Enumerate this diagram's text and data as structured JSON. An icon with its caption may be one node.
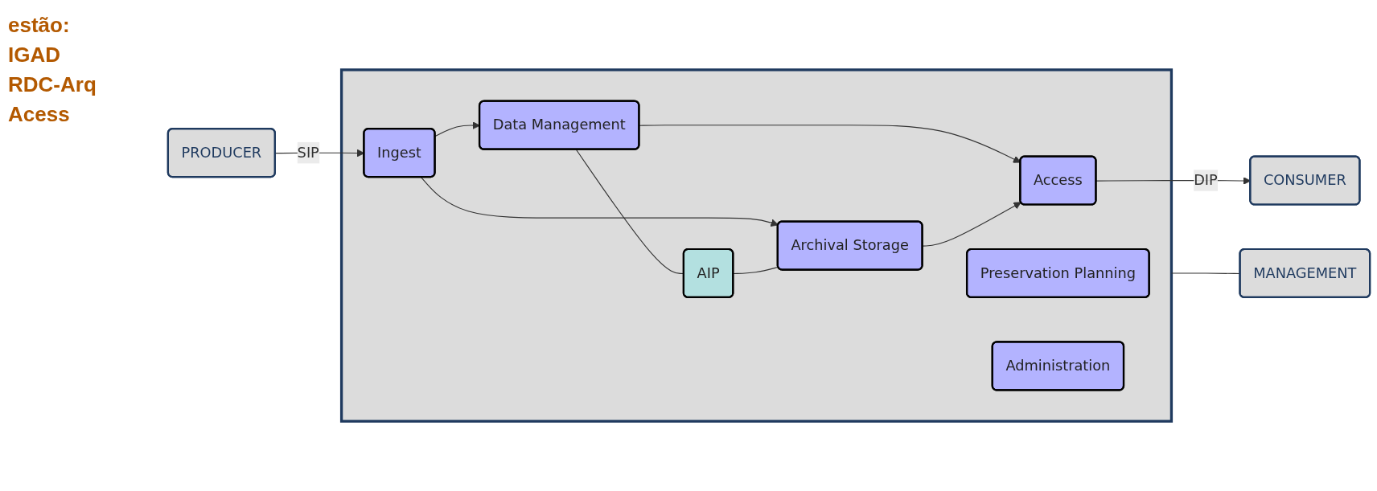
{
  "diagram": {
    "nodes": [
      {
        "text": [
          "PRODUCER"
        ]
      },
      {
        "text": [],
        "shape": "box"
      },
      {
        "text": [
          "Preservation Planning"
        ],
        "in": 1
      },
      {
        "text": [
          "Data Management"
        ],
        "in": 1
      },
      {
        "text": [
          "Ingest"
        ],
        "in": 1
      },
      {
        "text": [
          "AIP"
        ],
        "in": 1
      },
      {
        "text": [
          "Access"
        ],
        "in": 1
      },
      {
        "text": [
          "Archival Storage"
        ],
        "in": 1
      },
      {
        "text": [
          "Administration"
        ],
        "in": 1
      },
      {
        "text": [
          "CONSUMER"
        ]
      },
      {
        "text": [
          "MANAGEMENT"
        ]
      }
    ],
    "edges": [
      {
        "from": 0,
        "to": 4,
        "arrow": "to",
        "label": "SIP"
      },
      {
        "from": 4,
        "to": 3,
        "arrow": "to"
      },
      {
        "from": 4,
        "to": 7,
        "arrow": "to"
      },
      {
        "from": 3,
        "to": 5,
        "arrow": "none"
      },
      {
        "from": 5,
        "to": 7,
        "arrow": "none"
      },
      {
        "from": 3,
        "to": 6,
        "arrow": "to"
      },
      {
        "from": 7,
        "to": 6,
        "arrow": "to"
      },
      {
        "from": 6,
        "to": 9,
        "arrow": "to",
        "label": "DIP"
      },
      {
        "from": 1,
        "to": 10,
        "arrow": "none"
      }
    ],
    "labels": [
      "estão:",
      "IGAD",
      "RDC-Arq",
      "Acess"
    ]
  }
}
